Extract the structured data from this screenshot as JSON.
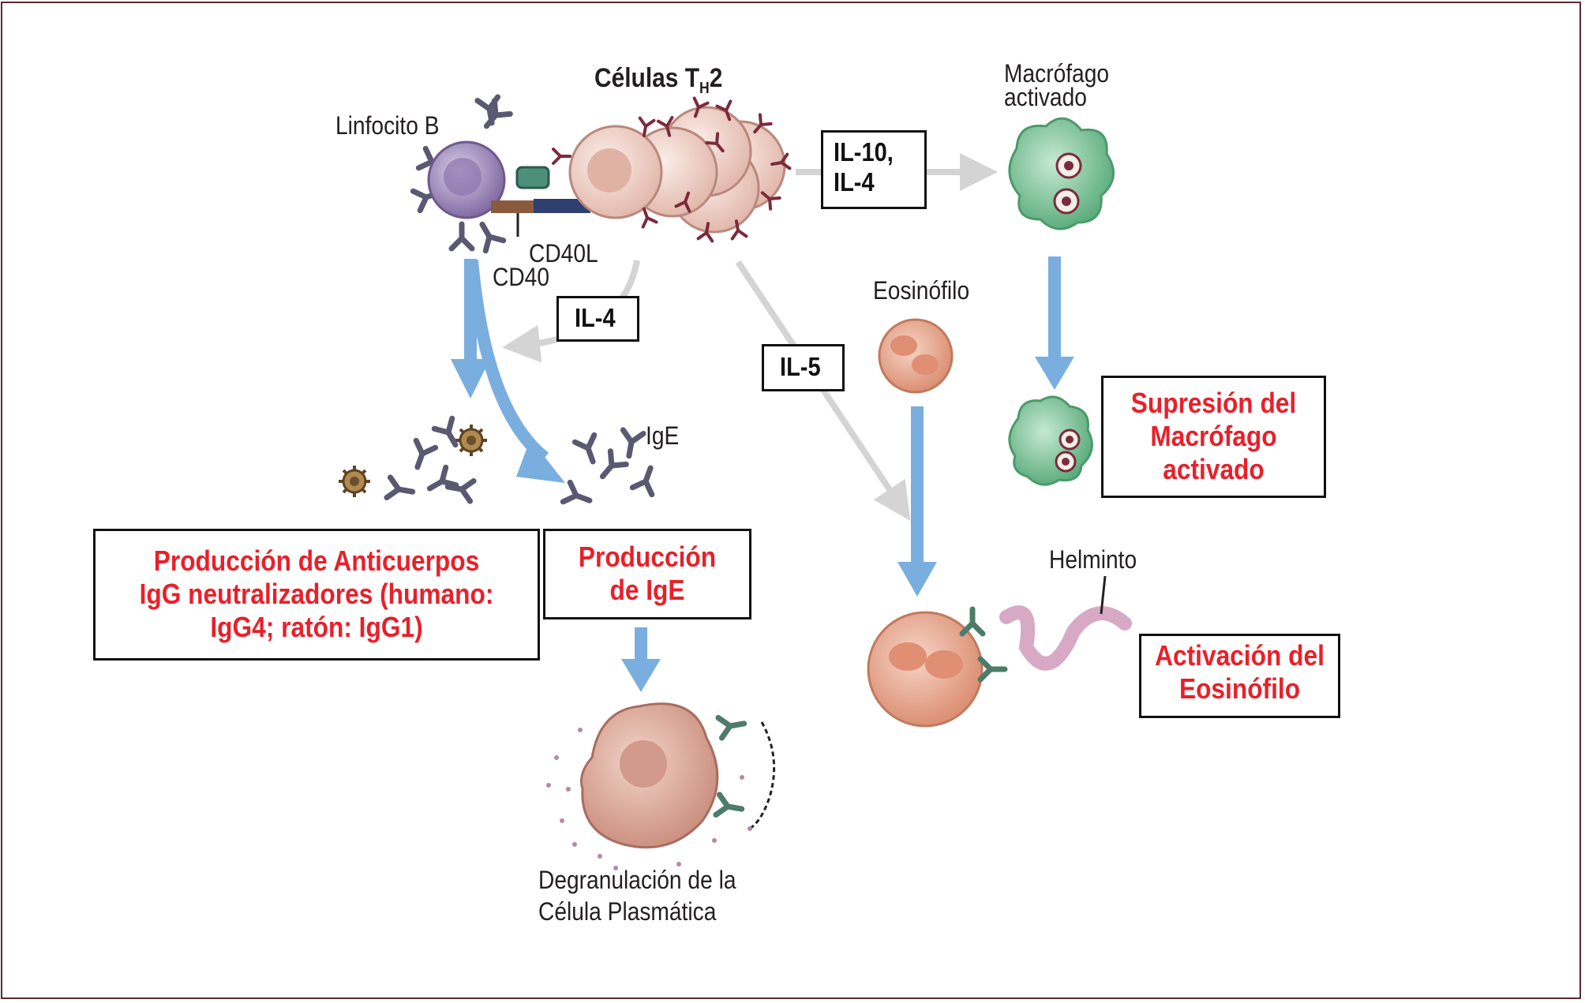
{
  "labels": {
    "th2_cells_main": "Células T",
    "th2_cells_sub": "H",
    "th2_cells_tail": "2",
    "b_lymphocyte": "Linfocito B",
    "cd40l": "CD40L",
    "cd40": "CD40",
    "activated_macrophage_line1": "Macrófago",
    "activated_macrophage_line2": "activado",
    "eosinophil": "Eosinófilo",
    "ige": "IgE",
    "helminth": "Helminto",
    "degranulation_line1": "Degranulación de la",
    "degranulation_line2": "Célula Plasmática"
  },
  "interleukins": {
    "il10_il4_line1": "IL-10,",
    "il10_il4_line2": "IL-4",
    "il4": "IL-4",
    "il5": "IL-5"
  },
  "outcomes": {
    "igg_line1": "Producción de Anticuerpos",
    "igg_line2": "IgG neutralizadores (humano:",
    "igg_line3": "IgG4; ratón: IgG1)",
    "ige_line1": "Producción",
    "ige_line2": "de IgE",
    "macrophage_line1": "Supresión del",
    "macrophage_line2": "Macrófago",
    "macrophage_line3": "activado",
    "eosinophil_line1": "Activación del",
    "eosinophil_line2": "Eosinófilo"
  },
  "colors": {
    "frame": "#5a2a33",
    "outcome_text": "#e8202a",
    "blue_arrow": "#7aaede",
    "grey_arrow": "#d4d4d4",
    "b_cell": "#9a86b6",
    "th2_cell": "#f0d2c8",
    "macrophage": "#7fc39a",
    "eosinophil": "#e8a58b",
    "antibody": "#5b5872",
    "receptor": "#7b2b3c"
  }
}
